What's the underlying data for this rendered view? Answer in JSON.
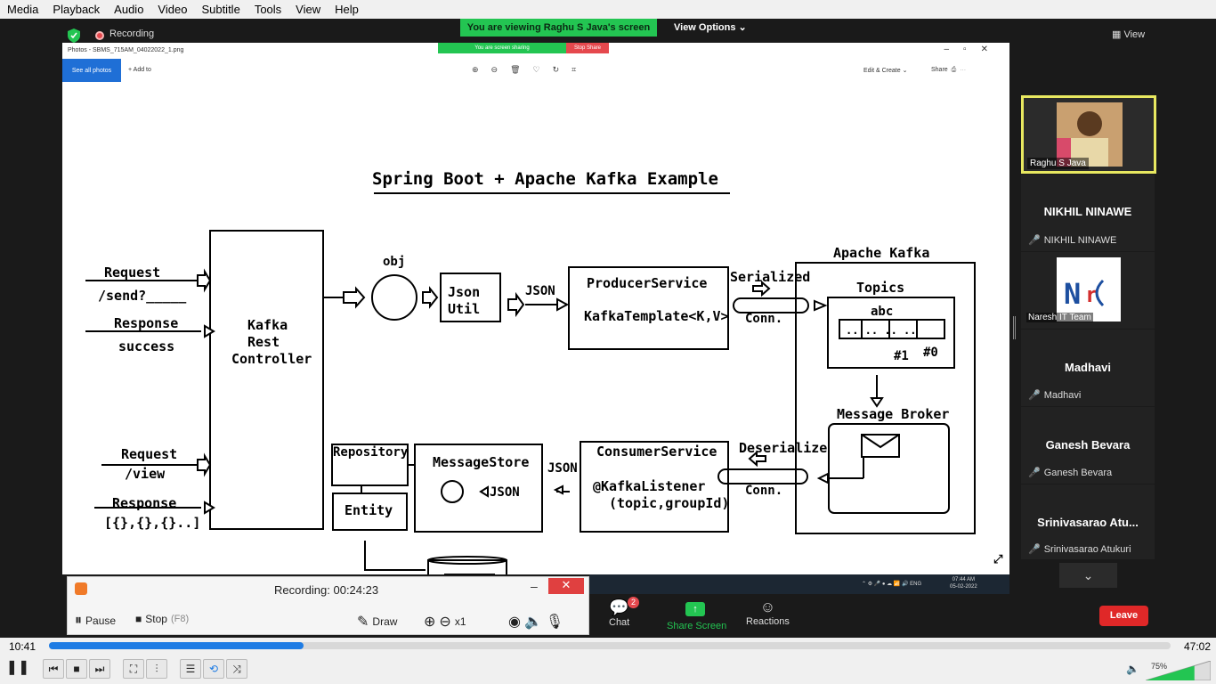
{
  "menu": [
    "Media",
    "Playback",
    "Audio",
    "Video",
    "Subtitle",
    "Tools",
    "View",
    "Help"
  ],
  "zoom": {
    "recording_label": "Recording",
    "viewing_banner": "You are viewing Raghu S Java's screen",
    "view_options": "View Options",
    "view_button": "View",
    "leave": "Leave",
    "chat": "Chat",
    "chat_badge": "2",
    "share_screen": "Share Screen",
    "reactions": "Reactions"
  },
  "photos": {
    "window_title": "Photos - SBMS_715AM_04022022_1.png",
    "screen_sharing": "You are screen sharing",
    "stop_share": "Stop Share",
    "see_all": "See all photos",
    "add_to": "Add to",
    "edit_create": "Edit & Create",
    "share": "Share"
  },
  "diagram": {
    "title": "Spring Boot + Apache Kafka Example",
    "request_send": "Request",
    "send_path": "/send?_____",
    "response1": "Response",
    "success": "success",
    "controller": [
      "Kafka",
      "Rest",
      "Controller"
    ],
    "obj": "obj",
    "json_util": [
      "Json",
      "Util"
    ],
    "json1": "JSON",
    "producer": "ProducerService",
    "kafka_template": "KafkaTemplate<K,V>",
    "serialized": "Serialized",
    "conn1": "Conn.",
    "apache_kafka": "Apache Kafka",
    "topics": "Topics",
    "abc": "abc",
    "partition1": "#1",
    "partition0": "#0",
    "message_broker": "Message Broker",
    "request_view": "Request",
    "view_path": "/view",
    "response2": "Response",
    "response_list": "[{},{},{}..]",
    "repository": "Repository",
    "entity": "Entity",
    "message_store": "MessageStore",
    "json_store": "JSON",
    "json2": "JSON",
    "consumer": "ConsumerService",
    "listener": "@KafkaListener",
    "listener_args": "(topic,groupId)",
    "deserialize": "Deserialize",
    "conn2": "Conn."
  },
  "taskbar": {
    "lang": "ENG",
    "time": "07:44 AM",
    "date": "05-02-2022"
  },
  "recorder": {
    "title": "Recording:  00:24:23",
    "pause": "Pause",
    "stop": "Stop",
    "stop_key": "(F8)",
    "draw": "Draw",
    "zoom_level": "x1"
  },
  "participants": [
    {
      "name_label": "Raghu S Java"
    },
    {
      "big": "NIKHIL NINAWE",
      "small": "NIKHIL NINAWE"
    },
    {
      "small": "Naresh IT Team"
    },
    {
      "big": "Madhavi",
      "small": "Madhavi"
    },
    {
      "big": "Ganesh Bevara",
      "small": "Ganesh Bevara"
    },
    {
      "big": "Srinivasarao  Atu...",
      "small": "Srinivasarao Atukuri"
    }
  ],
  "player": {
    "elapsed": "10:41",
    "total": "47:02",
    "progress": 0.227,
    "volume": "75%"
  }
}
